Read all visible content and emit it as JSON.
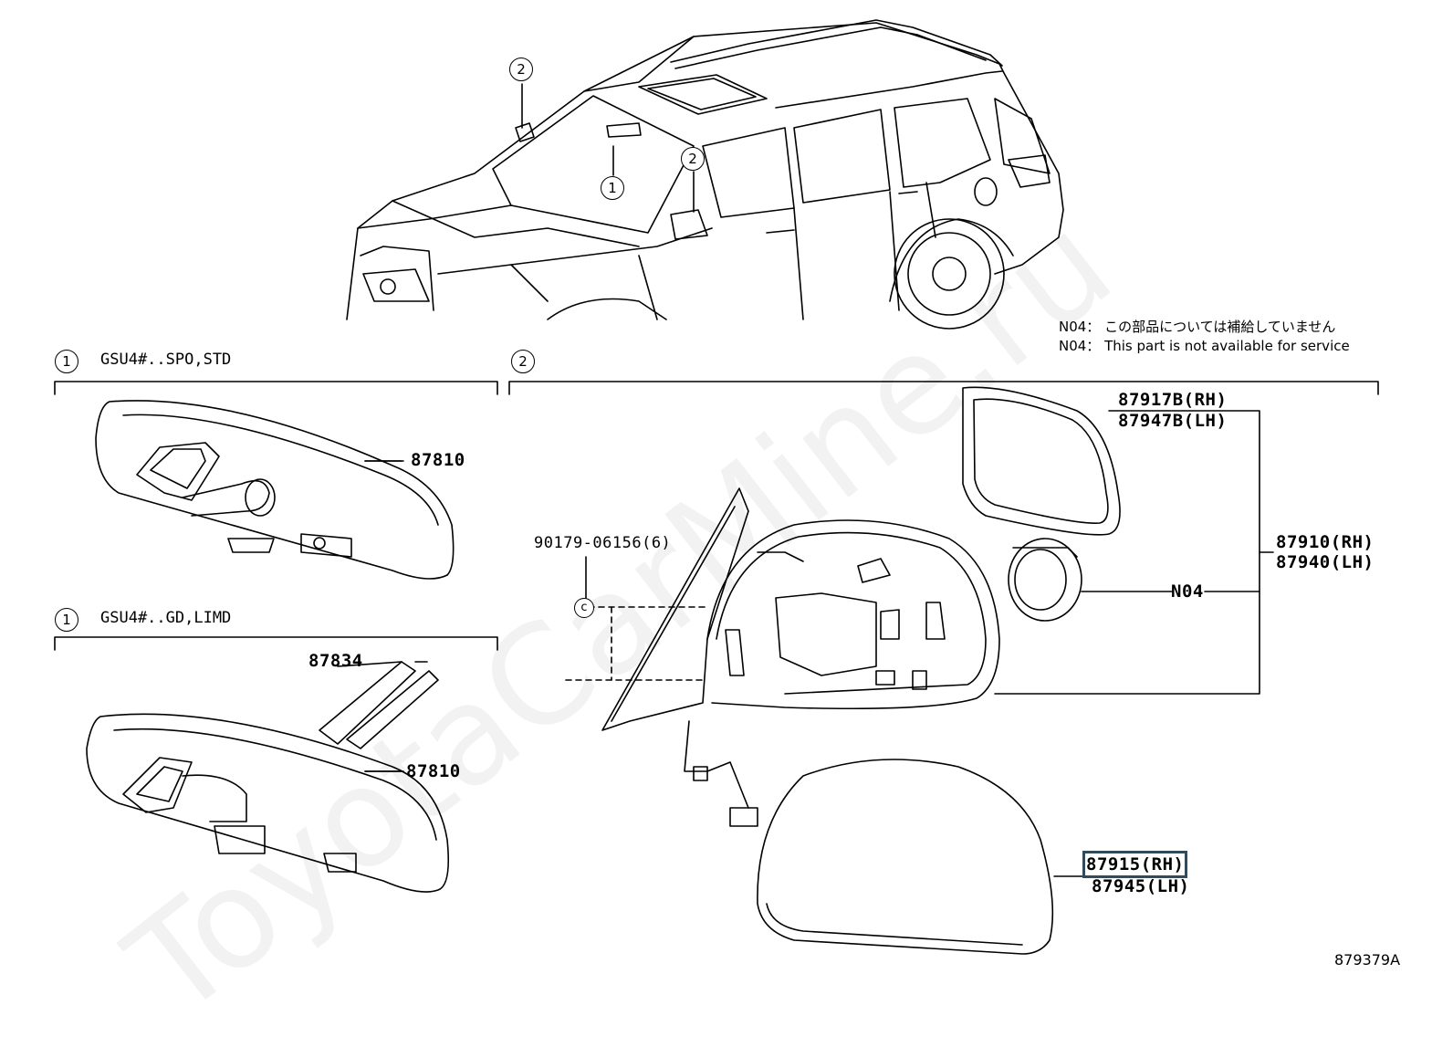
{
  "watermark": "ToyotaCarMine.ru",
  "callouts": {
    "c1": "1",
    "c2": "2"
  },
  "notes": {
    "jp": "N04： この部品については補給していません",
    "en": "N04： This part is not available for service"
  },
  "sections": [
    {
      "badge": "1",
      "label": "GSU4#..SPO,STD"
    },
    {
      "badge": "1",
      "label": "GSU4#..GD,LIMD"
    },
    {
      "badge": "2",
      "label": ""
    }
  ],
  "parts": {
    "rear_mirror_std": "87810",
    "rear_mirror_limd": "87810",
    "cover_87834": "87834",
    "screw": "90179-06156(6)",
    "screw_mark": "c",
    "mirror_glass_rh": "87917B(RH)",
    "mirror_glass_lh": "87947B(LH)",
    "outer_mirror_rh": "87910(RH)",
    "outer_mirror_lh": "87940(LH)",
    "motor": "N04",
    "cover_rh": "87915(RH)",
    "cover_lh": "87945(LH)"
  },
  "diagram_code": "879379A"
}
